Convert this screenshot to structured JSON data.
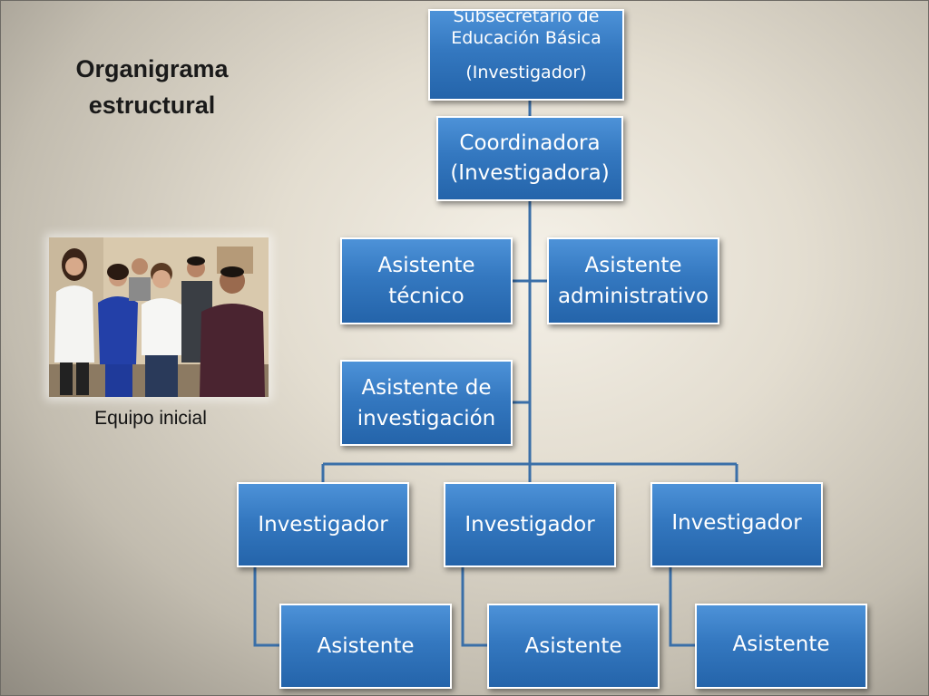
{
  "slide": {
    "title_line1": "Organigrama",
    "title_line2": "estructural",
    "photo_caption": "Equipo inicial",
    "photo_alt": "team-photo"
  },
  "chart": {
    "subsecretario": {
      "line1": "Subsecretario de",
      "line2": "Educación Básica",
      "line3": "(Investigador)"
    },
    "coordinadora": {
      "line1": "Coordinadora",
      "line2": "(Investigadora)"
    },
    "asistente_tecnico": {
      "line1": "Asistente",
      "line2": "técnico"
    },
    "asistente_administrativo": {
      "line1": "Asistente",
      "line2": "administrativo"
    },
    "asistente_investigacion": {
      "line1": "Asistente de",
      "line2": "investigación"
    },
    "investigadores": [
      "Investigador",
      "Investigador",
      "Investigador"
    ],
    "asistentes": [
      "Asistente",
      "Asistente",
      "Asistente"
    ]
  },
  "colors": {
    "box_fill": "#3478c0",
    "box_border": "#ffffff",
    "connector": "#3a6fa8",
    "text": "#ffffff"
  }
}
